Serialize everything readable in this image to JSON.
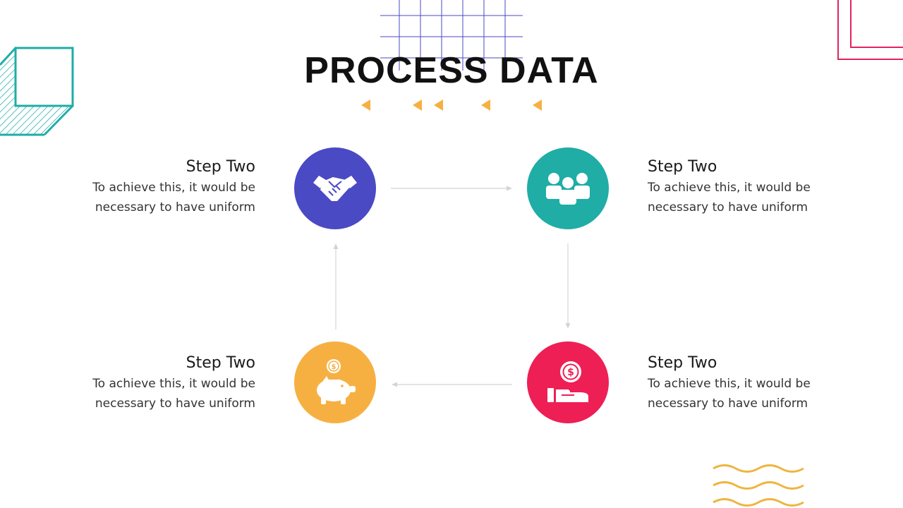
{
  "title": "PROCESS DATA",
  "colors": {
    "purple": "#4a4ac4",
    "teal": "#1fada6",
    "pink": "#ee1f55",
    "orange": "#f6b042",
    "arrow": "#d4d4d4",
    "gold": "#eeb53f",
    "crimson": "#e0245e"
  },
  "steps": [
    {
      "title": "Step Two",
      "line1": "To achieve this, it would be",
      "line2": "necessary to have uniform",
      "icon": "handshake-icon"
    },
    {
      "title": "Step Two",
      "line1": "To achieve this, it would be",
      "line2": "necessary to have uniform",
      "icon": "team-icon"
    },
    {
      "title": "Step Two",
      "line1": "To achieve this, it would be",
      "line2": "necessary to have uniform",
      "icon": "piggy-bank-icon"
    },
    {
      "title": "Step Two",
      "line1": "To achieve this, it would be",
      "line2": "necessary to have uniform",
      "icon": "hand-coin-icon"
    }
  ]
}
